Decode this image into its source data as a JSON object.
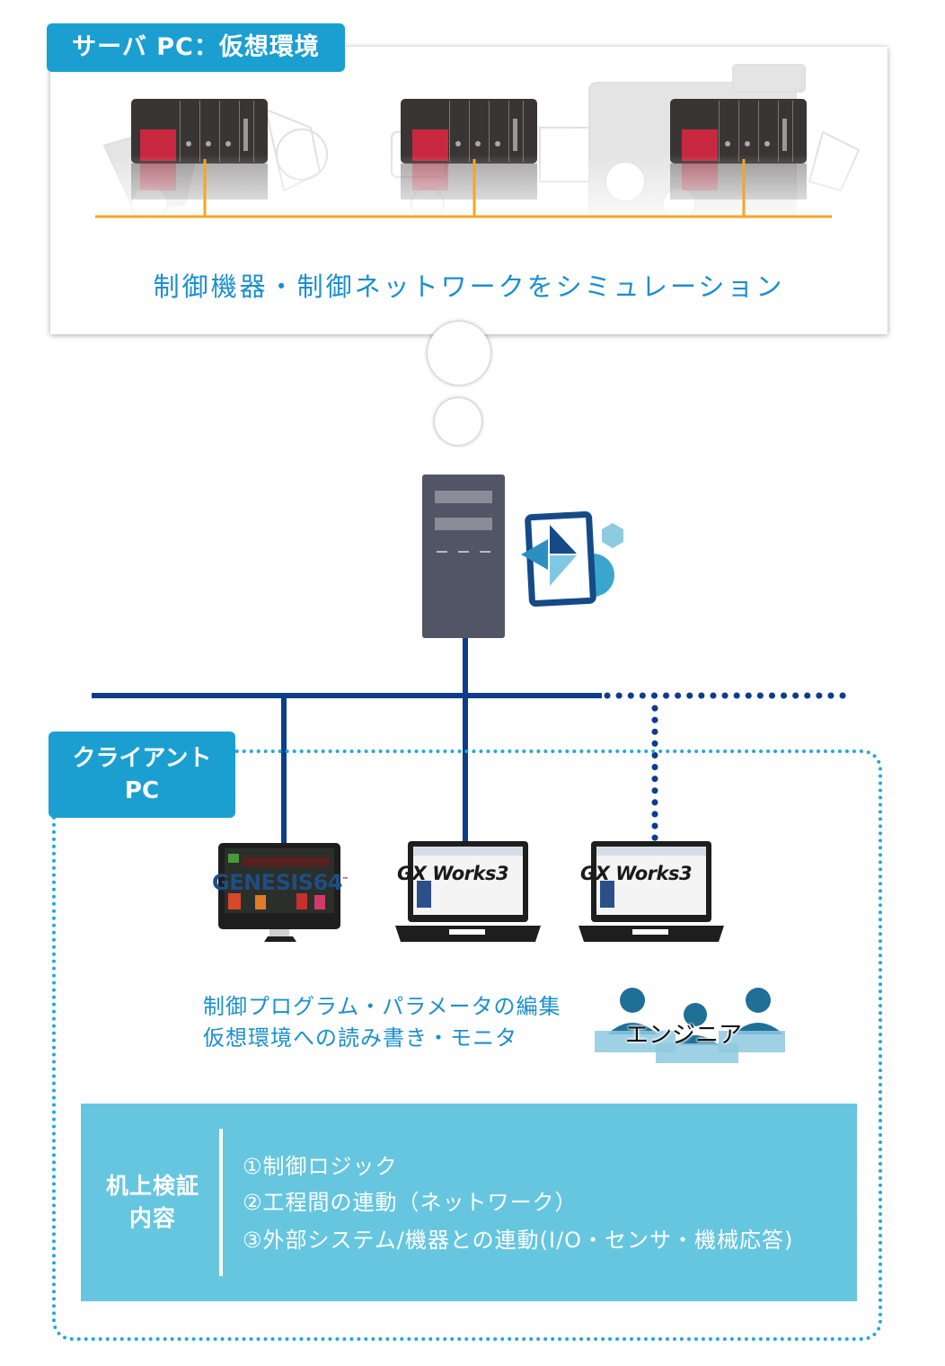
{
  "server_panel": {
    "tag": "サーバ PC：仮想環境",
    "caption": "制御機器・制御ネットワークをシミュレーション"
  },
  "client_area": {
    "tag_line1": "クライアント",
    "tag_line2": "PC",
    "apps": {
      "genesis": "GENESIS64",
      "genesis_tm": "™",
      "gx_works_1": "GX Works3",
      "gx_works_2": "GX Works3"
    },
    "description": [
      "制御プログラム・パラメータの編集",
      "仮想環境への読み書き・モニタ"
    ],
    "engineer_label": "エンジニア"
  },
  "verification": {
    "title_line1": "机上検証",
    "title_line2": "内容",
    "items": [
      "①制御ロジック",
      "②工程間の連動（ネットワーク）",
      "③外部システム/機器との連動(I/O・センサ・機械応答)"
    ]
  },
  "colors": {
    "accent_blue": "#1b9fd0",
    "caption_blue": "#1b8fcf",
    "network_navy": "#0e3d8c",
    "plc_orange_line": "#f5a623",
    "plc_red_module": "#c8283f",
    "verify_box": "#66c6df"
  },
  "icons": {
    "server": "server-tower-icon",
    "virtualization": "virtualization-software-icon",
    "monitor": "monitor-icon",
    "laptop": "laptop-icon",
    "engineers": "engineers-group-icon"
  }
}
